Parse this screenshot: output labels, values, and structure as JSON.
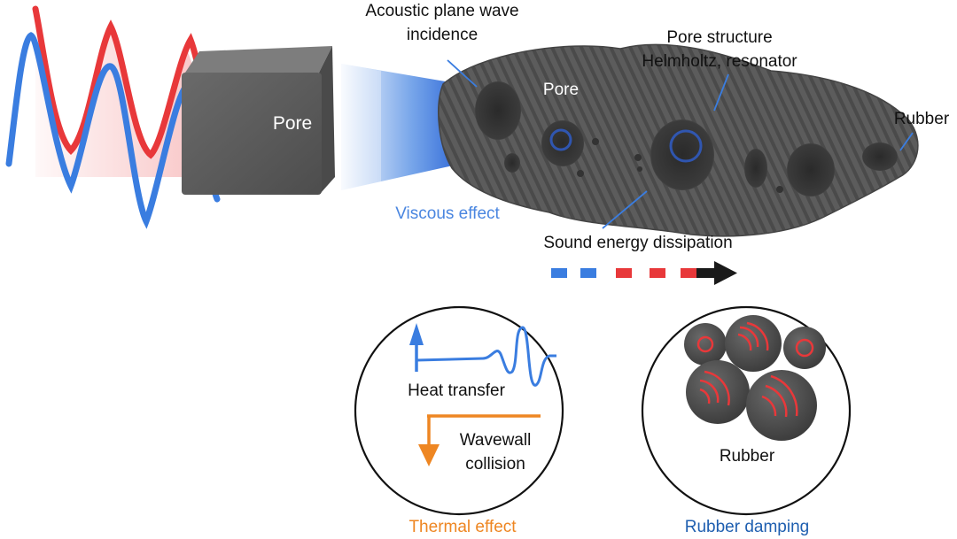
{
  "labels": {
    "incidence_line1": "Acoustic plane wave",
    "incidence_line2": "incidence",
    "pore_box": "Pore",
    "pore_body": "Pore",
    "pore_structure_line1": "Pore structure",
    "pore_structure_line2": "Helmholtz, resonator",
    "rubber_body": "Rubber",
    "viscous": "Viscous effect",
    "dissipation": "Sound energy dissipation",
    "heat_transfer": "Heat transfer",
    "wavewall_line1": "Wavewall",
    "wavewall_line2": "collision",
    "rubber_circle": "Rubber",
    "thermal": "Thermal effect",
    "rubber_damping": "Rubber damping"
  },
  "colors": {
    "wave_red": "#e8383a",
    "wave_blue": "#3a7de0",
    "viscous_text": "#4a86e0",
    "thermal_text": "#ee8622",
    "damping_text": "#1f5fb0",
    "heat_arrow": "#3a7de0",
    "collision_arrow": "#ee8622",
    "body_gray": "#5a5a5a",
    "rubber_ring": "#e8383a"
  },
  "icons": [
    "red-wave",
    "blue-wave",
    "pore-cube",
    "blue-beam",
    "porous-body",
    "dissipation-arrow",
    "thermal-circle",
    "rubber-circle"
  ]
}
